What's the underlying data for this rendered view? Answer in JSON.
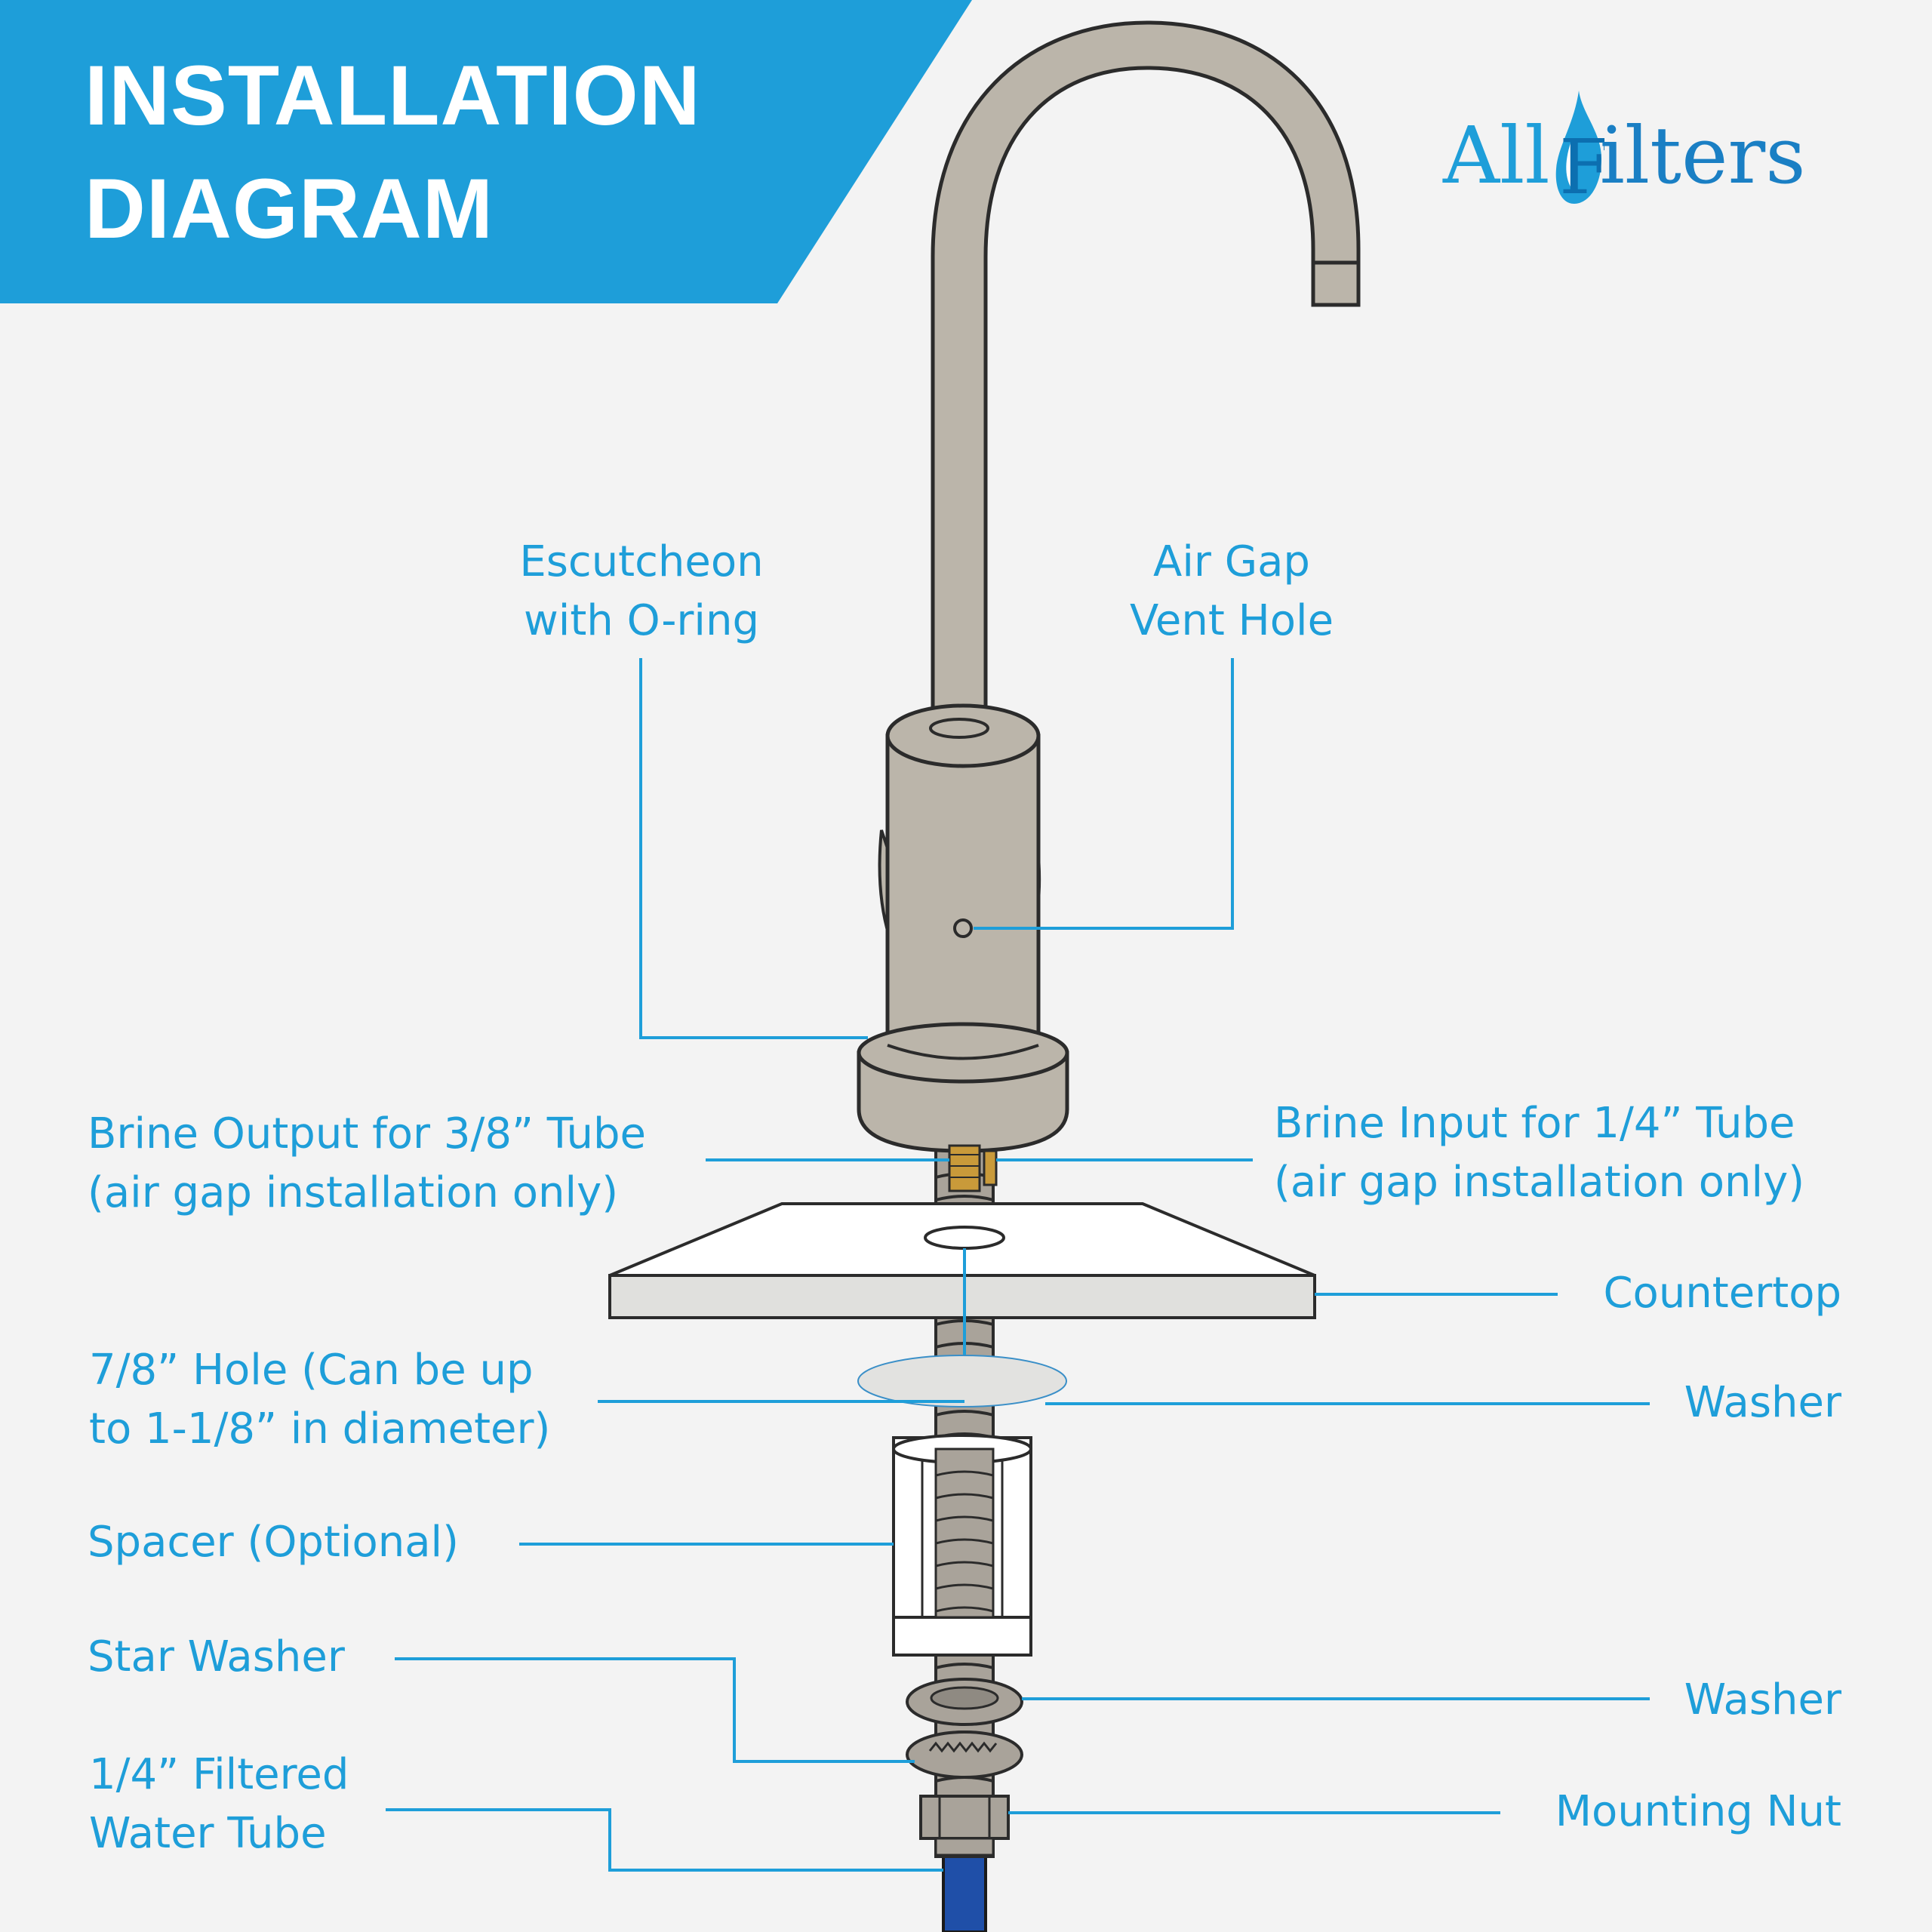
{
  "header": {
    "title_line1": "INSTALLATION",
    "title_line2": "DIAGRAM",
    "banner_color": "#1e9ed9"
  },
  "logo": {
    "text_left": "All",
    "text_right": "ilters",
    "icon": "water-drop-icon"
  },
  "labels": {
    "escutcheon": [
      "Escutcheon",
      "with O-ring"
    ],
    "air_gap": [
      "Air Gap",
      "Vent Hole"
    ],
    "brine_output": [
      "Brine Output for 3/8” Tube",
      "(air gap installation only)"
    ],
    "brine_input": [
      "Brine Input for 1/4” Tube",
      "(air gap installation only)"
    ],
    "countertop": "Countertop",
    "hole": [
      "7/8” Hole (Can be up",
      "to 1-1/8” in diameter)"
    ],
    "washer_top": "Washer",
    "spacer": "Spacer (Optional)",
    "star_washer": "Star Washer",
    "washer_bottom": "Washer",
    "filtered_tube": [
      "1/4” Filtered",
      "Water Tube"
    ],
    "mounting_nut": "Mounting Nut"
  },
  "colors": {
    "label": "#1e9ed9",
    "faucet": "#bbb5aa",
    "outline": "#2b2b2b",
    "tube": "#1f4fa8",
    "brass": "#c99a3a"
  }
}
